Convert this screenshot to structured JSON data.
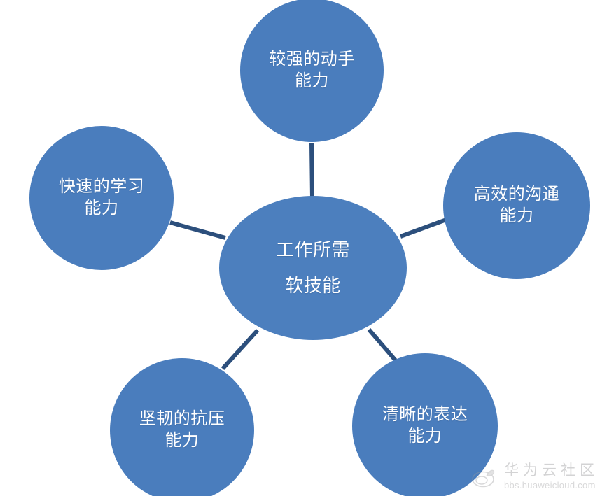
{
  "diagram": {
    "type": "hub-and-spoke",
    "background_color": "#ffffff",
    "node_fill_color": "#4a7dbd",
    "center_fill_color": "#4c7fbe",
    "edge_color": "#2c4f7c",
    "label_color": "#ffffff",
    "center": {
      "id": "center",
      "line1": "工作所需",
      "line2": "软技能"
    },
    "nodes": [
      {
        "id": "top",
        "position": "top",
        "line1": "较强的动手",
        "line2": "能力"
      },
      {
        "id": "left",
        "position": "upper-left",
        "line1": "快速的学习",
        "line2": "能力"
      },
      {
        "id": "right",
        "position": "upper-right",
        "line1": "高效的沟通",
        "line2": "能力"
      },
      {
        "id": "bottom-left",
        "position": "lower-left",
        "line1": "坚韧的抗压",
        "line2": "能力"
      },
      {
        "id": "bottom-right",
        "position": "lower-right",
        "line1": "清晰的表达",
        "line2": "能力"
      }
    ],
    "edges": [
      {
        "from": "center",
        "to": "top"
      },
      {
        "from": "center",
        "to": "left"
      },
      {
        "from": "center",
        "to": "right"
      },
      {
        "from": "center",
        "to": "bottom-left"
      },
      {
        "from": "center",
        "to": "bottom-right"
      }
    ]
  },
  "watermark": {
    "title": "华为云社区",
    "url": "bbs.huaweicloud.com",
    "logo_icon": "huawei-cloud-logo-icon"
  }
}
